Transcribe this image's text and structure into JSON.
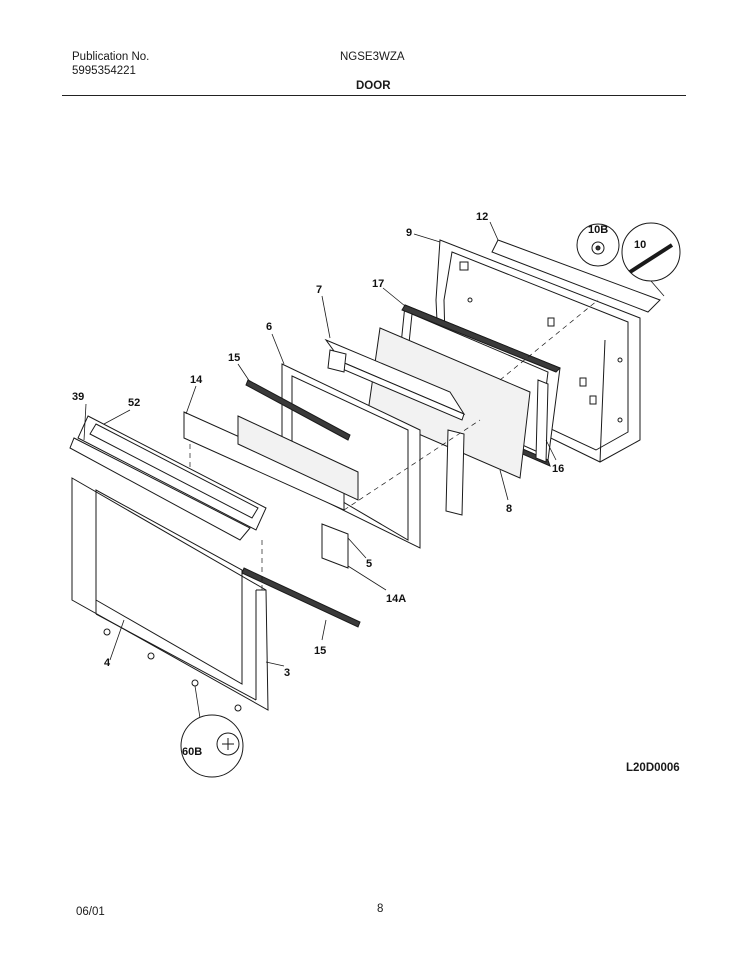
{
  "header": {
    "publication_label": "Publication No.",
    "publication_number": "5995354221",
    "model": "NGSE3WZA",
    "section": "DOOR"
  },
  "footer": {
    "date": "06/01",
    "page": "8"
  },
  "drawing_code": "L20D0006",
  "callouts": {
    "c12": "12",
    "c9": "9",
    "c10b": "10B",
    "c10": "10",
    "c7": "7",
    "c17": "17",
    "c6": "6",
    "c15a": "15",
    "c14": "14",
    "c39": "39",
    "c52": "52",
    "c16": "16",
    "c8": "8",
    "c5": "5",
    "c14a": "14A",
    "c15b": "15",
    "c4": "4",
    "c3": "3",
    "c60b": "60B"
  }
}
